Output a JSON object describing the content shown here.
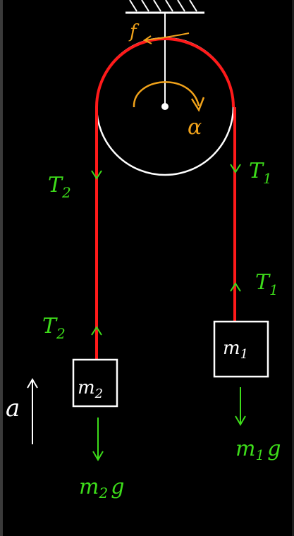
{
  "labels": {
    "friction": "f",
    "alpha": "α",
    "tension_left": "T",
    "tension_left_sub": "2",
    "tension_right": "T",
    "tension_right_sub": "1",
    "mass2": "m",
    "mass2_sub": "2",
    "mass1": "m",
    "mass1_sub": "1",
    "weight2": "m",
    "weight2_sub": "2",
    "weight2_g": "g",
    "weight1": "m",
    "weight1_sub": "1",
    "weight1_g": "g",
    "accel": "a"
  },
  "colors": {
    "background": "#000000",
    "rope": "#ff1a1a",
    "pulley": "#ffffff",
    "vector": "#3ddc1a",
    "rotation": "#f0a21a",
    "box": "#ffffff"
  }
}
